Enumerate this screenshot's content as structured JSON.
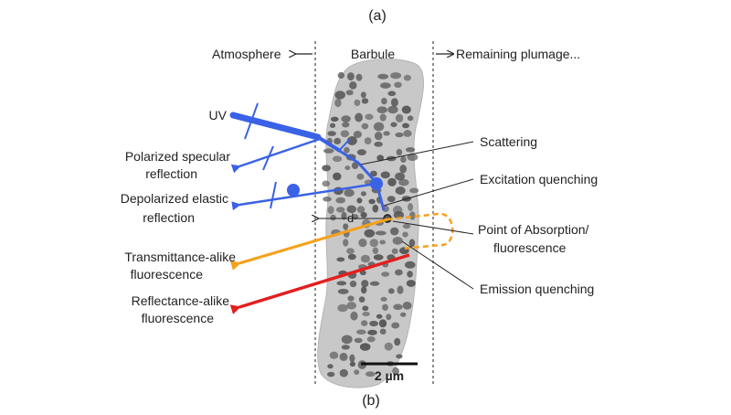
{
  "panel_top": "(a)",
  "panel_bottom": "(b)",
  "regions": {
    "atmosphere": "Atmosphere",
    "barbule": "Barbule",
    "remaining": "Remaining plumage..."
  },
  "left_labels": {
    "uv": "UV",
    "polarized_1": "Polarized specular",
    "polarized_2": "reflection",
    "depolarized_1": "Depolarized elastic",
    "depolarized_2": "reflection",
    "transmittance_1": "Transmittance-alike",
    "transmittance_2": "fluorescence",
    "reflectance_1": "Reflectance-alike",
    "reflectance_2": "fluorescence"
  },
  "right_labels": {
    "scattering": "Scattering",
    "excitation": "Excitation quenching",
    "absorption_1": "Point of Absorption/",
    "absorption_2": "fluorescence",
    "emission": "Emission quenching"
  },
  "depth_label": "d",
  "scale_bar": "2 µm",
  "colors": {
    "uv_blue": "#3a62e6",
    "orange": "#f5a11c",
    "red": "#e21f1f",
    "barbule_fill": "#c8c8c8",
    "granule": "#555555"
  }
}
